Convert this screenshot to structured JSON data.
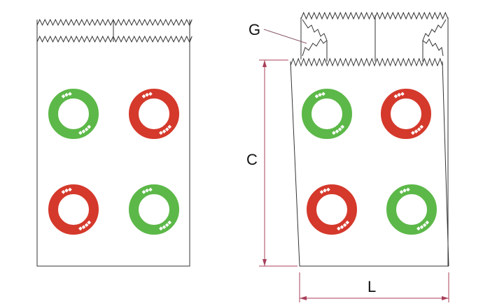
{
  "labels": {
    "gusset": "G",
    "height": "C",
    "width": "L"
  },
  "colors": {
    "green": "#5cb848",
    "red": "#d4392b",
    "dimension": "#a8405a",
    "outline": "#333333"
  },
  "bags": [
    {
      "name": "flat-bag",
      "rings": [
        "green",
        "red",
        "red",
        "green"
      ]
    },
    {
      "name": "gusseted-bag",
      "rings": [
        "green",
        "red",
        "red",
        "green"
      ]
    }
  ]
}
